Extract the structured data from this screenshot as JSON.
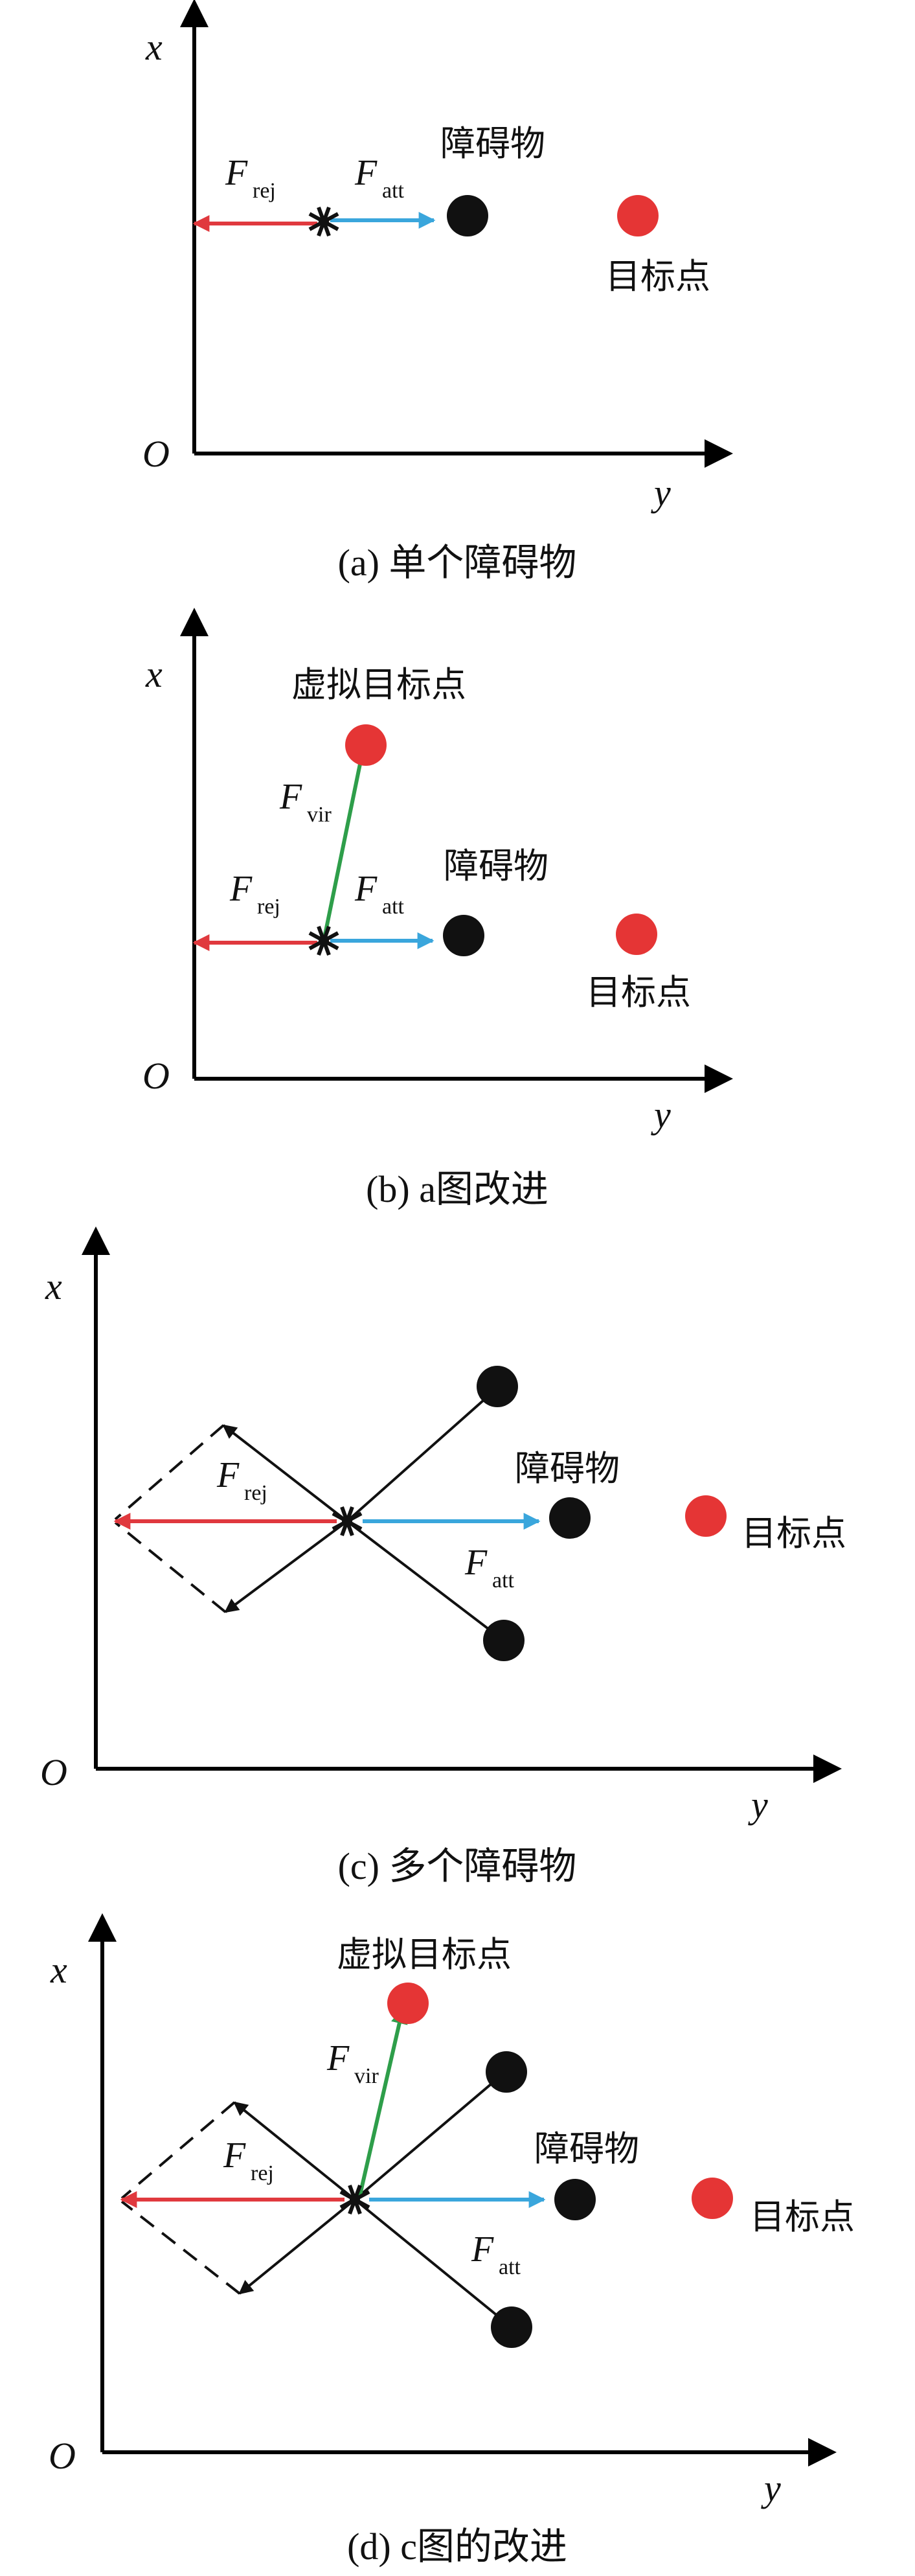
{
  "colors": {
    "repulsive": "#e0393e",
    "attractive": "#3aa6dc",
    "virtual": "#2e9e4a",
    "obstacle": "#111111",
    "target": "#e53535",
    "axis": "#000000"
  },
  "axes": {
    "x_label": "x",
    "y_label": "y",
    "origin": "O"
  },
  "forces": {
    "rej": {
      "base": "F",
      "sub": "rej"
    },
    "att": {
      "base": "F",
      "sub": "att"
    },
    "vir": {
      "base": "F",
      "sub": "vir"
    }
  },
  "labels": {
    "obstacle": "障碍物",
    "target": "目标点",
    "virtual_target": "虚拟目标点"
  },
  "panels": [
    {
      "id": "a",
      "caption": "(a) 单个障碍物"
    },
    {
      "id": "b",
      "caption": "(b) a图改进"
    },
    {
      "id": "c",
      "caption": "(c) 多个障碍物"
    },
    {
      "id": "d",
      "caption": "(d) c图的改进"
    }
  ],
  "icons": {
    "robot": "robot-icon"
  }
}
